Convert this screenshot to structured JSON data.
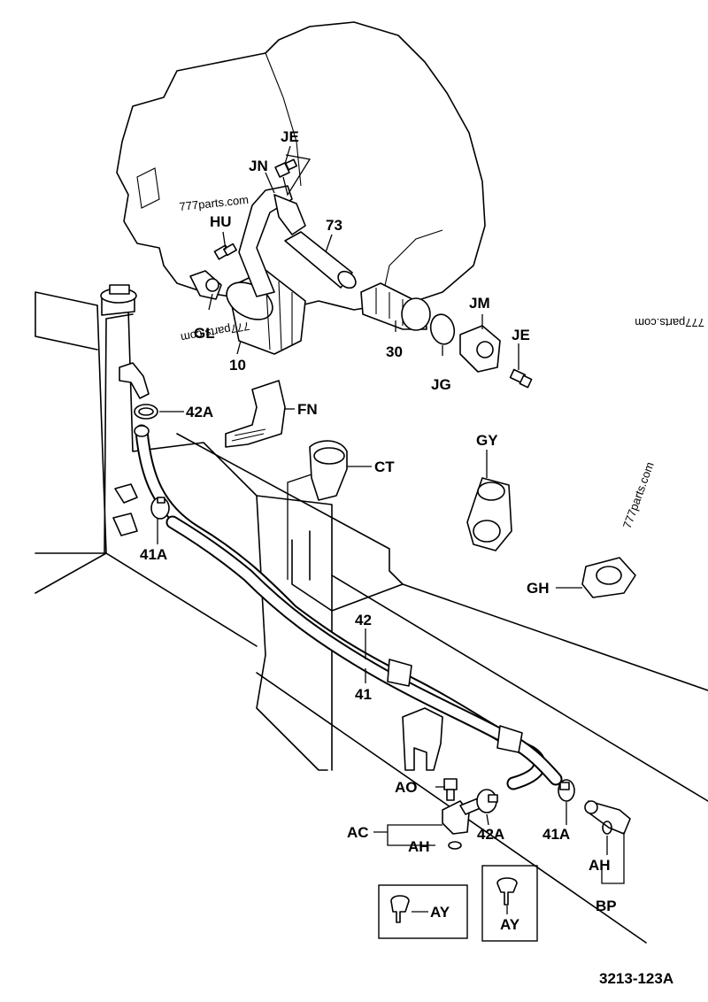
{
  "diagram_code": "3213-123A",
  "watermarks": [
    "777parts.com",
    "777parts.com",
    "777parts.com",
    "777parts.com"
  ],
  "callouts": {
    "JE_top": "JE",
    "JN": "JN",
    "HU": "HU",
    "p73": "73",
    "JM": "JM",
    "JE_right": "JE",
    "GL": "GL",
    "p10": "10",
    "p30": "30",
    "JG": "JG",
    "p42A_top": "42A",
    "FN": "FN",
    "GY": "GY",
    "CT": "CT",
    "p41A_left": "41A",
    "GH": "GH",
    "p42": "42",
    "p41": "41",
    "AO": "AO",
    "AC": "AC",
    "AH_left": "AH",
    "p42A_bottom": "42A",
    "p41A_bottom": "41A",
    "AH_right": "AH",
    "BP": "BP",
    "AY_left": "AY",
    "AY_right": "AY"
  }
}
